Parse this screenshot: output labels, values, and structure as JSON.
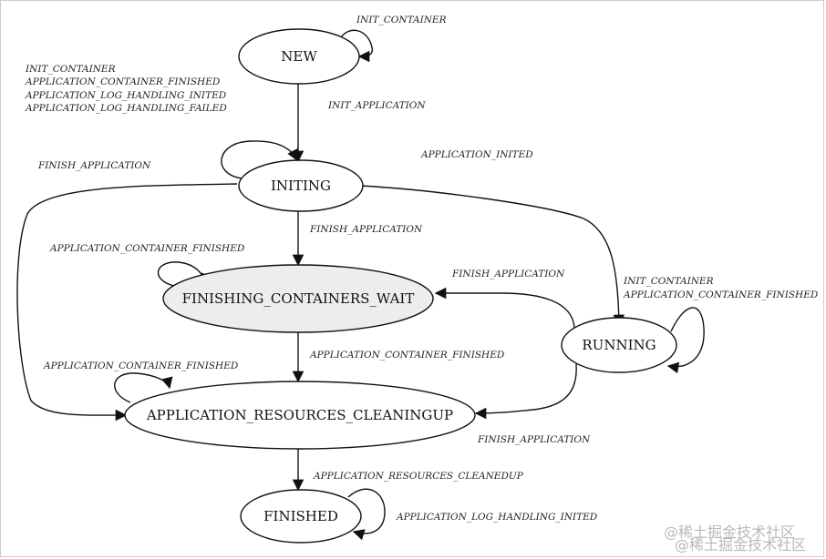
{
  "states": {
    "new": "NEW",
    "initing": "INITING",
    "finishing_containers_wait": "FINISHING_CONTAINERS_WAIT",
    "running": "RUNNING",
    "application_resources_cleaningup": "APPLICATION_RESOURCES_CLEANINGUP",
    "finished": "FINISHED"
  },
  "edges": {
    "new_self": "INIT_CONTAINER",
    "new_to_initing": "INIT_APPLICATION",
    "initing_self": [
      "INIT_CONTAINER",
      "APPLICATION_CONTAINER_FINISHED",
      "APPLICATION_LOG_HANDLING_INITED",
      "APPLICATION_LOG_HANDLING_FAILED"
    ],
    "initing_to_cleanup": "FINISH_APPLICATION",
    "initing_to_running": "APPLICATION_INITED",
    "initing_to_fcw": "FINISH_APPLICATION",
    "fcw_self": "APPLICATION_CONTAINER_FINISHED",
    "running_to_fcw": "FINISH_APPLICATION",
    "running_self": [
      "INIT_CONTAINER",
      "APPLICATION_CONTAINER_FINISHED"
    ],
    "fcw_to_cleanup": "APPLICATION_CONTAINER_FINISHED",
    "cleanup_self": "APPLICATION_CONTAINER_FINISHED",
    "running_to_cleanup": "FINISH_APPLICATION",
    "cleanup_to_finished": "APPLICATION_RESOURCES_CLEANEDUP",
    "finished_self": "APPLICATION_LOG_HANDLING_INITED"
  },
  "watermark": [
    "@稀土掘金技术社区",
    "@稀土掘金技术社区"
  ]
}
